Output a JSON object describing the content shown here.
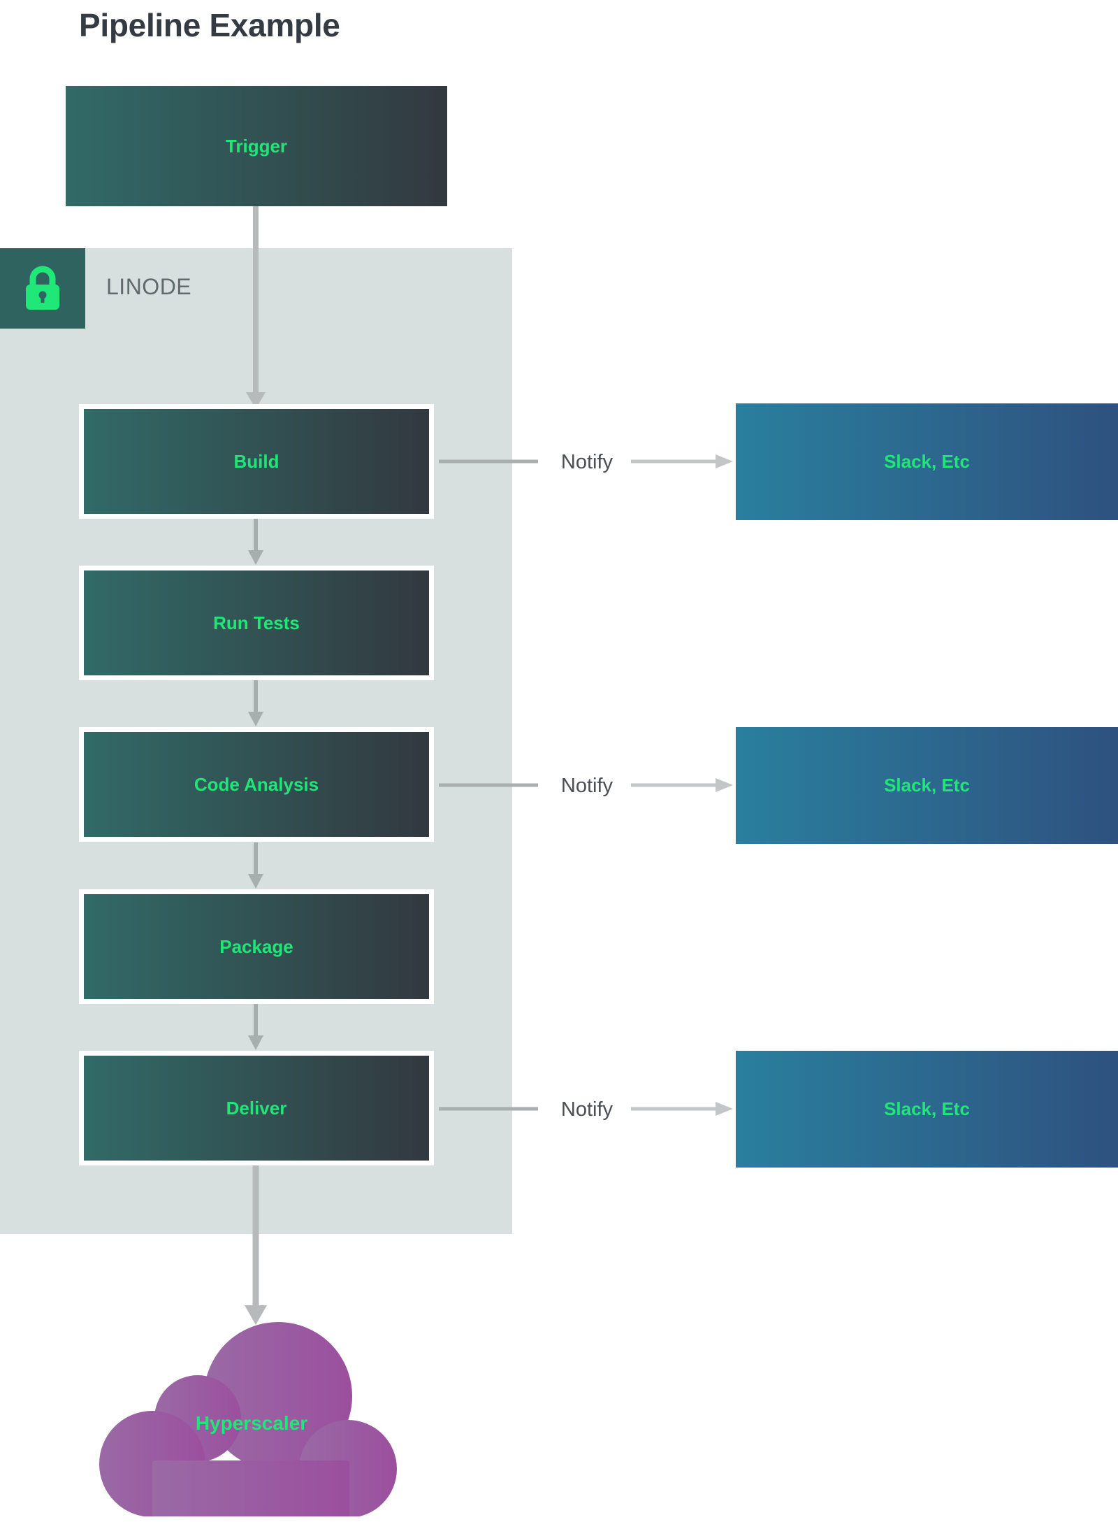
{
  "title": "Pipeline Example",
  "colors": {
    "green_text": "#20e678",
    "title_text": "#343b43",
    "panel_bg": "#d7e0de",
    "badge_bg": "#2f6360",
    "stage_gradient_from": "#316a67",
    "stage_gradient_to": "#32393f",
    "sink_gradient_from": "#2a7f9e",
    "sink_gradient_to": "#2e5180",
    "cloud_from": "#9a6aa5",
    "cloud_to": "#9b4f9e",
    "arrow_gray": "#b6babb",
    "edge_label_text": "#4a4f55",
    "boundary_label_text": "#5f6b6a"
  },
  "boundary": {
    "label": "LINODE",
    "icon": "lock-icon"
  },
  "trigger": {
    "label": "Trigger"
  },
  "stages": [
    {
      "label": "Build"
    },
    {
      "label": "Run Tests"
    },
    {
      "label": "Code Analysis"
    },
    {
      "label": "Package"
    },
    {
      "label": "Deliver"
    }
  ],
  "sinks": [
    {
      "label": "Slack, Etc"
    },
    {
      "label": "Slack, Etc"
    },
    {
      "label": "Slack, Etc"
    }
  ],
  "edges": [
    {
      "label": "Notify"
    },
    {
      "label": "Notify"
    },
    {
      "label": "Notify"
    }
  ],
  "cloud": {
    "label": "Hyperscaler"
  }
}
